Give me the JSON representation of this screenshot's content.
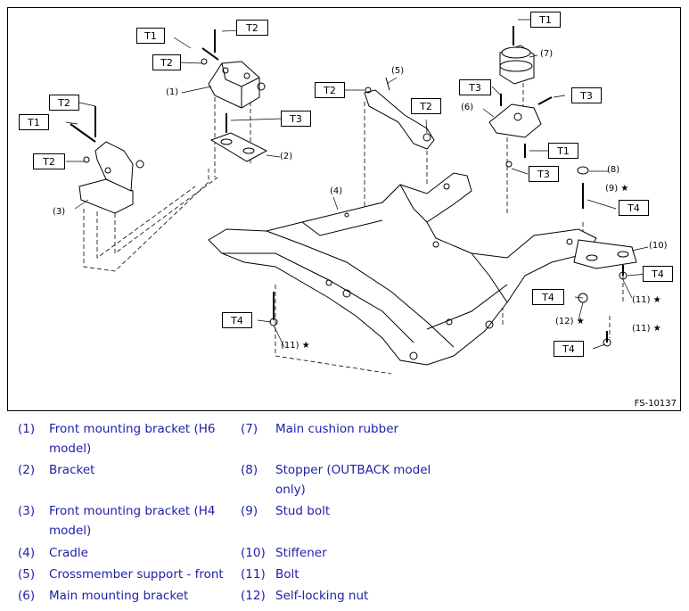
{
  "figure": {
    "id": "FS-10137",
    "torque_labels": [
      {
        "key": "t1a",
        "text": "T1"
      },
      {
        "key": "t2a",
        "text": "T2"
      },
      {
        "key": "t2b",
        "text": "T2"
      },
      {
        "key": "t2c",
        "text": "T2"
      },
      {
        "key": "t1b",
        "text": "T1"
      },
      {
        "key": "t2d",
        "text": "T2"
      },
      {
        "key": "t3a",
        "text": "T3"
      },
      {
        "key": "t2e",
        "text": "T2"
      },
      {
        "key": "t2f",
        "text": "T2"
      },
      {
        "key": "t1c",
        "text": "T1"
      },
      {
        "key": "t3b",
        "text": "T3"
      },
      {
        "key": "t3c",
        "text": "T3"
      },
      {
        "key": "t1d",
        "text": "T1"
      },
      {
        "key": "t3d",
        "text": "T3"
      },
      {
        "key": "t4a",
        "text": "T4"
      },
      {
        "key": "t4b",
        "text": "T4"
      },
      {
        "key": "t4c",
        "text": "T4"
      },
      {
        "key": "t4d",
        "text": "T4"
      },
      {
        "key": "t4e",
        "text": "T4"
      }
    ],
    "part_callouts": [
      {
        "key": "c1",
        "text": "(1)"
      },
      {
        "key": "c2",
        "text": "(2)"
      },
      {
        "key": "c3",
        "text": "(3)"
      },
      {
        "key": "c4",
        "text": "(4)"
      },
      {
        "key": "c5",
        "text": "(5)"
      },
      {
        "key": "c6",
        "text": "(6)"
      },
      {
        "key": "c7",
        "text": "(7)"
      },
      {
        "key": "c8",
        "text": "(8)"
      },
      {
        "key": "c9",
        "text": "(9) ★"
      },
      {
        "key": "c10",
        "text": "(10)"
      },
      {
        "key": "c11a",
        "text": "(11) ★"
      },
      {
        "key": "c11b",
        "text": "(11) ★"
      },
      {
        "key": "c11c",
        "text": "(11) ★"
      },
      {
        "key": "c12",
        "text": "(12) ★"
      }
    ]
  },
  "legend": [
    {
      "num": "(1)",
      "text": "Front mounting bracket (H6",
      "cont": "model)"
    },
    {
      "num": "(2)",
      "text": "Bracket"
    },
    {
      "num": "(3)",
      "text": "Front mounting bracket (H4",
      "cont": "model)"
    },
    {
      "num": "(4)",
      "text": "Cradle"
    },
    {
      "num": "(5)",
      "text": "Crossmember support - front"
    },
    {
      "num": "(6)",
      "text": "Main mounting bracket"
    },
    {
      "num": "(7)",
      "text": "Main cushion rubber"
    },
    {
      "num": "(8)",
      "text": "Stopper (OUTBACK model",
      "cont": "only)"
    },
    {
      "num": "(9)",
      "text": "Stud bolt"
    },
    {
      "num": "(10)",
      "text": "Stiffener"
    },
    {
      "num": "(11)",
      "text": "Bolt"
    },
    {
      "num": "(12)",
      "text": "Self-locking nut"
    }
  ]
}
